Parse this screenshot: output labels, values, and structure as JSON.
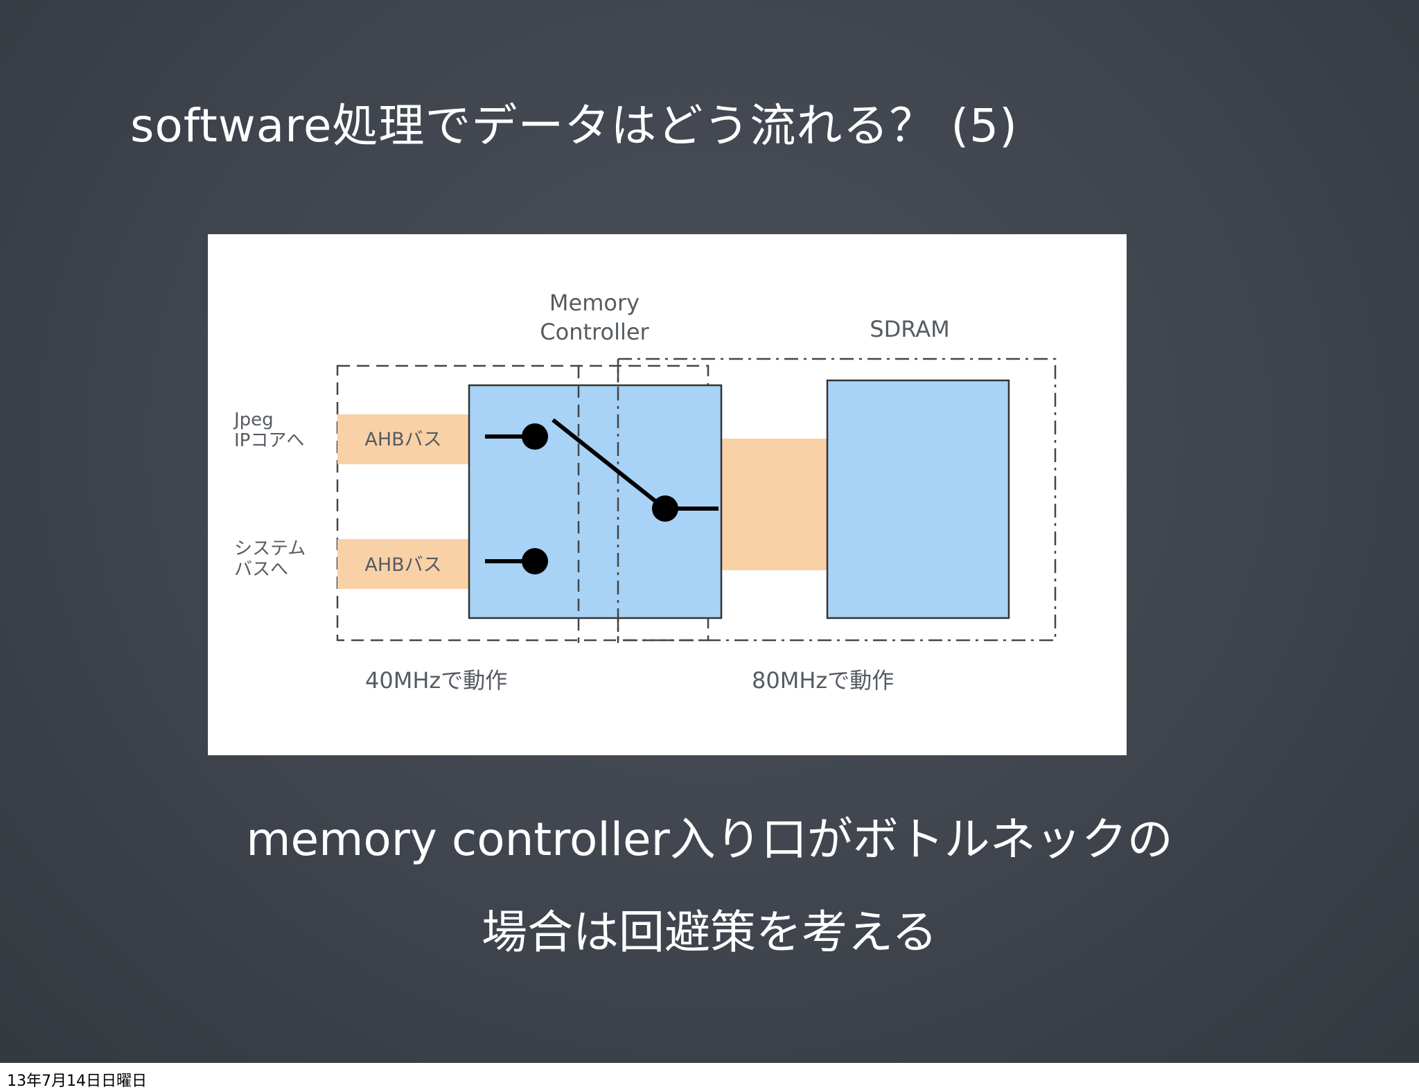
{
  "slide": {
    "title": "software処理でデータはどう流れる？ (5)",
    "caption_line1": "memory controller入り口がボトルネックの",
    "caption_line2": "場合は回避策を考える",
    "timestamp": "13年7月14日日曜日"
  },
  "diagram": {
    "memory_controller_label_1": "Memory",
    "memory_controller_label_2": "Controller",
    "sdram_label": "SDRAM",
    "jpeg_label_1": "Jpeg",
    "jpeg_label_2": "IPコアへ",
    "system_label_1": "システム",
    "system_label_2": "バスへ",
    "ahb_bus_top": "AHBバス",
    "ahb_bus_bottom": "AHBバス",
    "clock_40": "40MHzで動作",
    "clock_80": "80MHzで動作"
  },
  "colors": {
    "controller_fill": "#a8d2f6",
    "bus_fill": "#f9d1a6",
    "border": "#333333"
  }
}
